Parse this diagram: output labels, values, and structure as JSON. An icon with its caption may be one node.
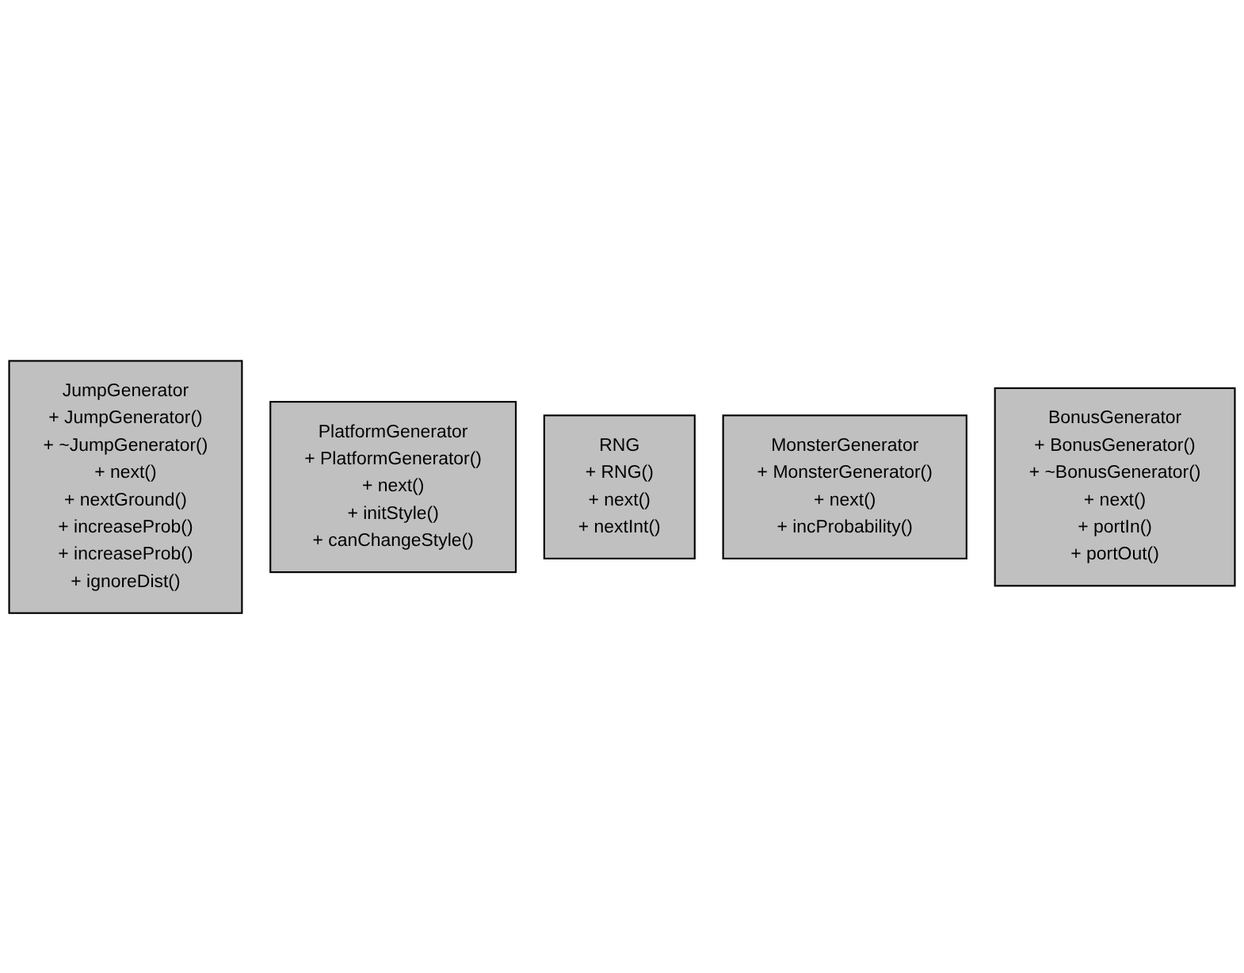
{
  "diagram": {
    "nodes": [
      {
        "text": [
          "JumpGenerator",
          "+ JumpGenerator()",
          "+ ~JumpGenerator()",
          "+ next()",
          "+ nextGround()",
          "+ increaseProb()",
          "+ increaseProb()",
          "+ ignoreDist()"
        ]
      },
      {
        "text": [
          "PlatformGenerator",
          "+ PlatformGenerator()",
          "+ next()",
          "+ initStyle()",
          "+ canChangeStyle()"
        ]
      },
      {
        "text": [
          "RNG",
          "+ RNG()",
          "+ next()",
          "+ nextInt()"
        ]
      },
      {
        "text": [
          "MonsterGenerator",
          "+ MonsterGenerator()",
          "+ next()",
          "+ incProbability()"
        ]
      },
      {
        "text": [
          "BonusGenerator",
          "+ BonusGenerator()",
          "+ ~BonusGenerator()",
          "+ next()",
          "+ portIn()",
          "+ portOut()"
        ]
      }
    ],
    "edges": []
  }
}
